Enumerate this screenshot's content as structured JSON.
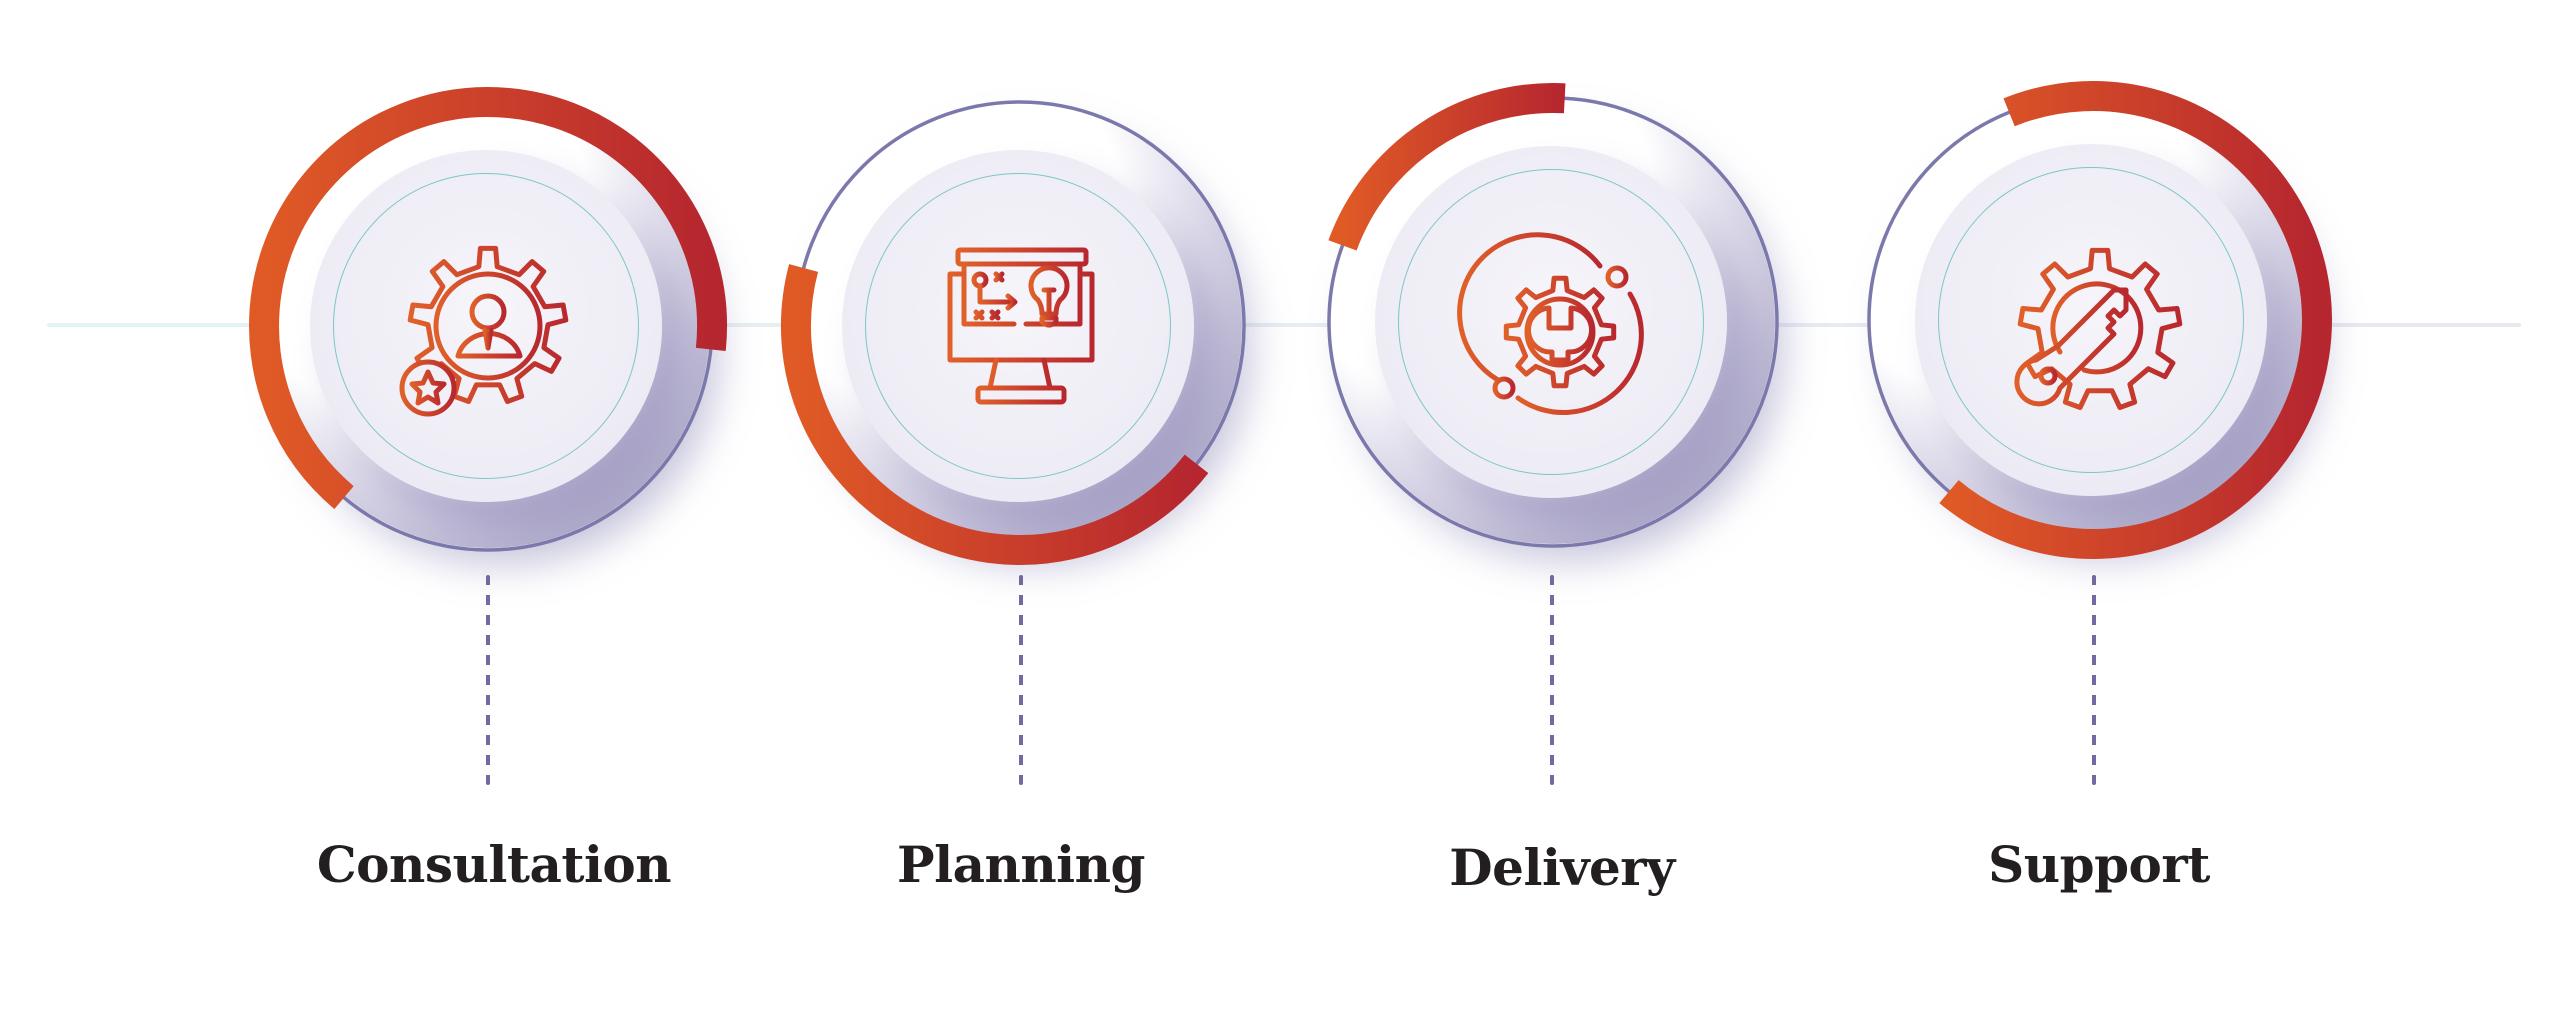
{
  "diagram": {
    "steps": [
      {
        "label": "Consultation",
        "icon": "gear-user-star-icon"
      },
      {
        "label": "Planning",
        "icon": "monitor-strategy-bulb-icon"
      },
      {
        "label": "Delivery",
        "icon": "gear-wrench-orbit-icon"
      },
      {
        "label": "Support",
        "icon": "gear-key-icon"
      }
    ]
  },
  "colors": {
    "arc_start": "#e05a26",
    "arc_end": "#b5262f",
    "ring": "#7b78ab",
    "icon_start": "#e0602a",
    "icon_end": "#b8282e",
    "label": "#231f20",
    "dash": "#6f6aa0"
  }
}
